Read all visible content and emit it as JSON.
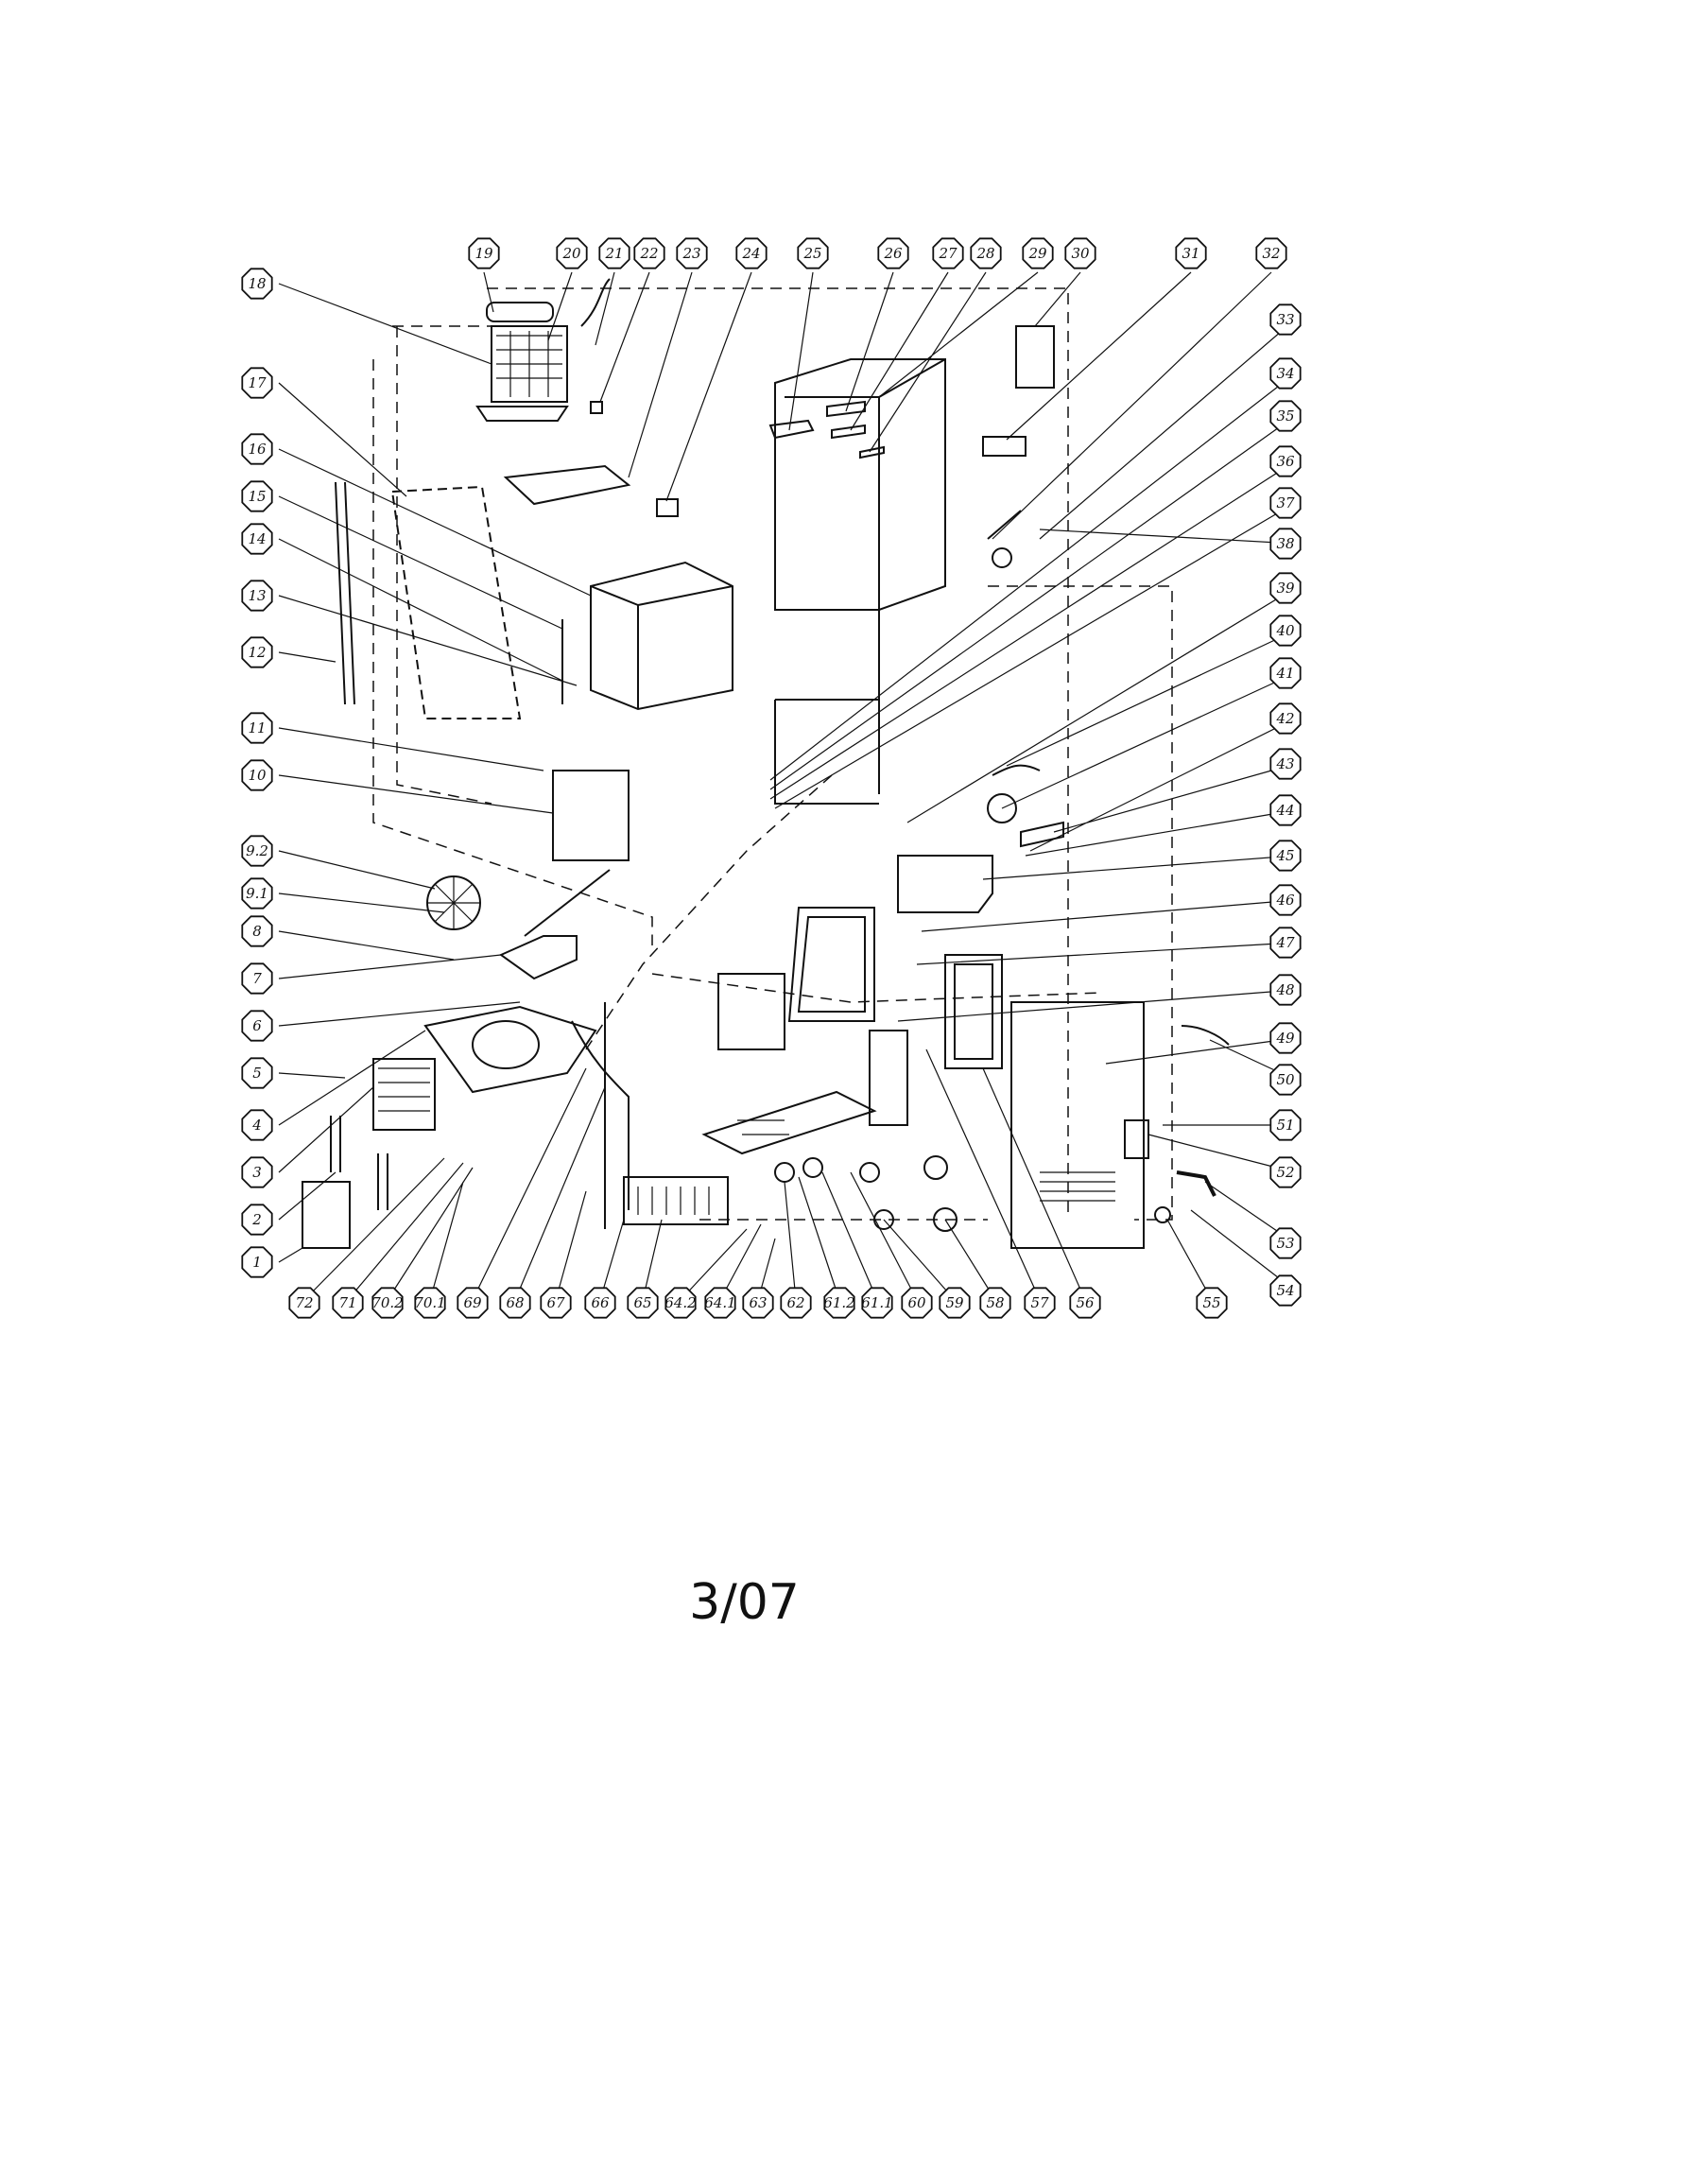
{
  "diagram": {
    "callouts_top": [
      "19",
      "20",
      "21",
      "22",
      "23",
      "24",
      "25",
      "26",
      "27",
      "28",
      "29",
      "30",
      "31",
      "32"
    ],
    "callouts_left": [
      "18",
      "17",
      "16",
      "15",
      "14",
      "13",
      "12",
      "11",
      "10",
      "9.2",
      "9.1",
      "8",
      "7",
      "6",
      "5",
      "4",
      "3",
      "2",
      "1"
    ],
    "callouts_right": [
      "33",
      "34",
      "35",
      "36",
      "37",
      "38",
      "39",
      "40",
      "41",
      "42",
      "43",
      "44",
      "45",
      "46",
      "47",
      "48",
      "49",
      "50",
      "51",
      "52",
      "53",
      "54"
    ],
    "callouts_bottom": [
      "72",
      "71",
      "70.2",
      "70.1",
      "69",
      "68",
      "67",
      "66",
      "65",
      "64.2",
      "64.1",
      "63",
      "62",
      "61.2",
      "61.1",
      "60",
      "59",
      "58",
      "57",
      "56",
      "55"
    ]
  },
  "footer": {
    "page_code": "3/07"
  }
}
